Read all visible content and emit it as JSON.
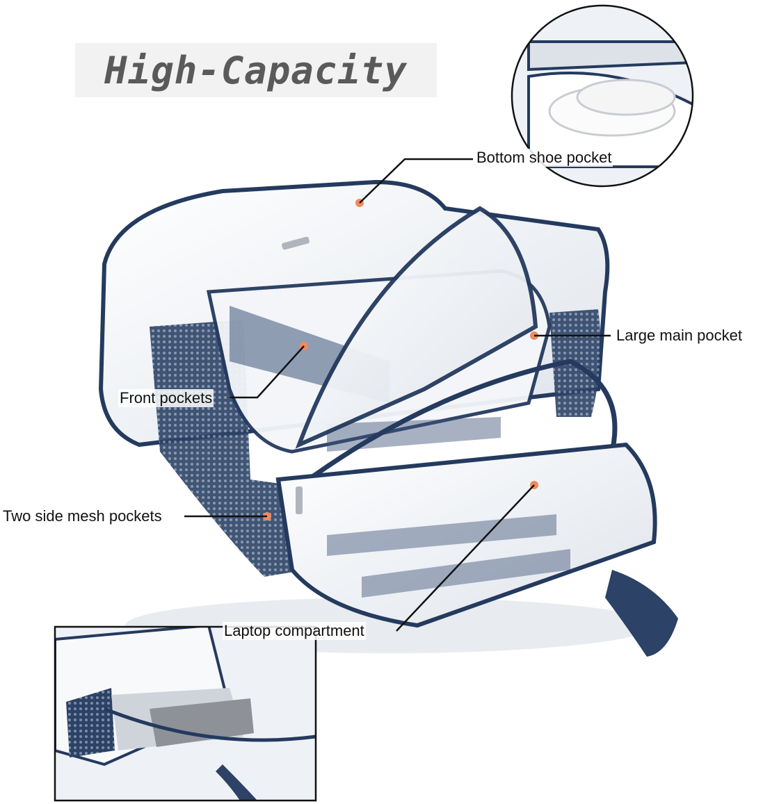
{
  "title": "High-Capacity",
  "callouts": {
    "bottom_shoe_pocket": "Bottom shoe pocket",
    "large_main_pocket": "Large main pocket",
    "front_pockets": "Front pockets",
    "two_side_mesh_pockets": "Two side mesh pockets",
    "laptop_compartment": "Laptop compartment"
  },
  "colors": {
    "navy_trim": "#243a5e",
    "callout_dot": "#f08a5d",
    "title_text": "#5a5a5a"
  }
}
